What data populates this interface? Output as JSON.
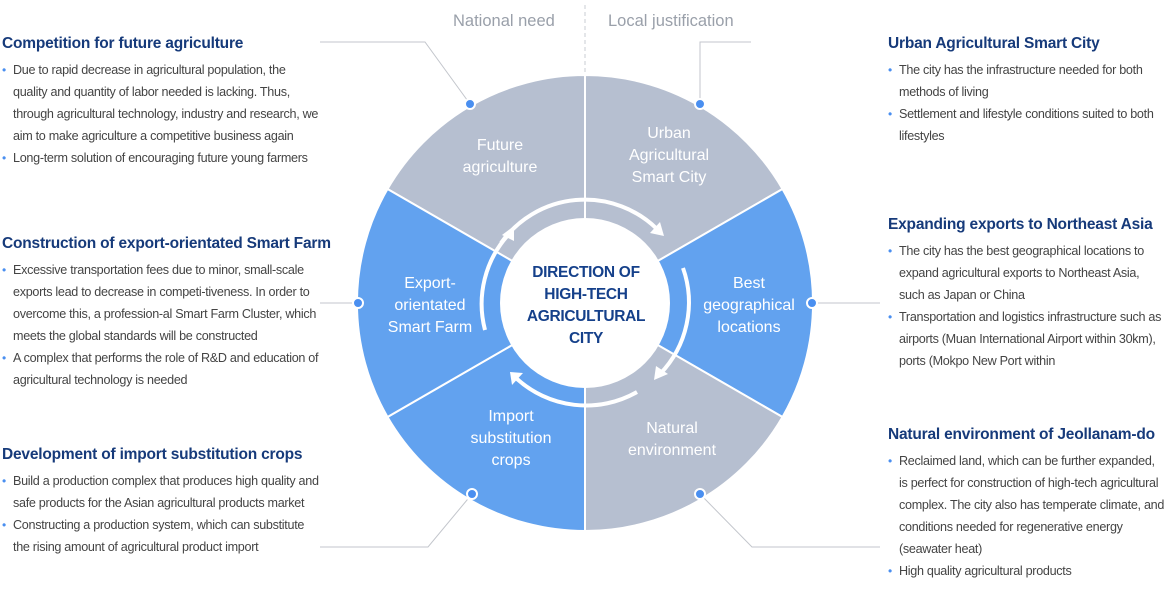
{
  "headers": {
    "left": "National need",
    "right": "Local justification"
  },
  "center": {
    "line1": "DIRECTION OF",
    "line2": "HIGH-TECH",
    "line3": "AGRICULTURAL",
    "line4": "CITY"
  },
  "segments": {
    "future_agriculture": [
      "Future",
      "agriculture"
    ],
    "urban": [
      "Urban",
      "Agricultural",
      "Smart City"
    ],
    "best_locations": [
      "Best",
      "geographical",
      "locations"
    ],
    "natural_env": [
      "Natural",
      "environment"
    ],
    "import_sub": [
      "Import",
      "substitution",
      "crops"
    ],
    "export_farm": [
      "Export-",
      "orientated",
      "Smart Farm"
    ]
  },
  "blocks": {
    "top_left": {
      "title": "Competition for future agriculture",
      "items": [
        "Due to rapid decrease in agricultural population, the quality and quantity of labor needed is lacking. Thus, through agricultural technology, industry and research, we aim to make agriculture a competitive business again",
        "Long-term solution of encouraging future young farmers"
      ]
    },
    "mid_left": {
      "title": "Construction of export-orientated Smart Farm",
      "items": [
        "Excessive transportation fees due to minor, small-scale exports lead to decrease in competi-tiveness. In order to overcome this, a profession-al Smart Farm Cluster, which meets the global standards will be constructed",
        "A complex that performs the role of R&D and education of agricultural technology is needed"
      ]
    },
    "bottom_left": {
      "title": "Development of import substitution crops",
      "items": [
        "Build a production complex that produces high quality and safe products for the Asian agricultural products market",
        "Constructing a production system, which can substitute the rising amount of agricultural product import"
      ]
    },
    "top_right": {
      "title": "Urban Agricultural Smart City",
      "items": [
        "The city has the infrastructure needed for both methods of living",
        "Settlement and lifestyle conditions suited to both lifestyles"
      ]
    },
    "mid_right": {
      "title": "Expanding exports to Northeast Asia",
      "items": [
        "The city has the best geographical locations to expand agricultural exports to Northeast Asia, such as Japan or China",
        "Transportation and logistics infrastructure such as airports (Muan International Airport within 30km), ports (Mokpo New Port within"
      ]
    },
    "bottom_right": {
      "title": "Natural environment of Jeollanam-do",
      "items": [
        "Reclaimed land, which can be further expanded, is perfect for construction of high-tech agricultural complex. The city also has temperate climate, and conditions needed for regenerative energy (seawater heat)",
        "High quality agricultural products"
      ]
    }
  },
  "colors": {
    "gray_segment": "#b6bfd0",
    "blue_segment": "#62a2ef",
    "title_color": "#163a7a",
    "center_text": "#15408a",
    "bullet": "#4a8ff0",
    "connector": "#c3c6cc"
  }
}
